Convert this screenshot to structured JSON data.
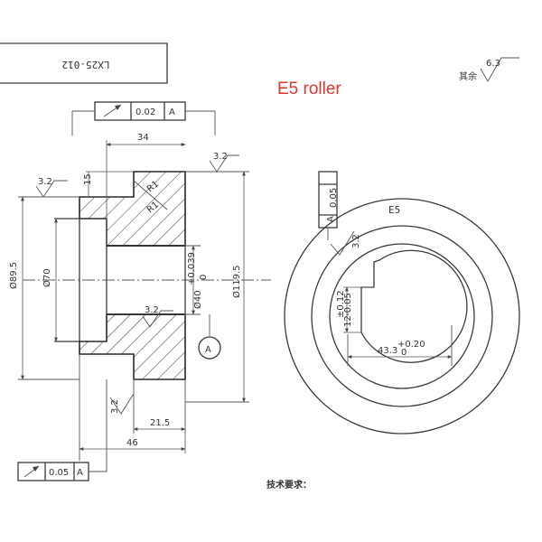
{
  "drawing": {
    "part_number": "LX25-012",
    "title": "E5 roller",
    "roughness_note_label": "其余",
    "roughness_default": "6.3",
    "tech_requirements": "技术要求："
  },
  "side_view": {
    "runout_top": {
      "tolerance": "0.02",
      "datum": "A"
    },
    "runout_bottom": {
      "tolerance": "0.05",
      "datum": "A"
    },
    "dim_34": "34",
    "dim_15": "15",
    "dim_phi895": "Ø89.5",
    "dim_phi70": "Ø70",
    "dim_phi40": "Ø40",
    "dim_phi40_tol": "+0.039",
    "dim_phi40_tol_low": "0",
    "dim_phi1195": "Ø119.5",
    "dim_215": "21.5",
    "dim_46": "46",
    "fillet_1": "R1",
    "fillet_2": "R1",
    "roughness_a": "3.2",
    "roughness_b": "3.2",
    "roughness_c": "3.2",
    "roughness_d": "3.2",
    "datum_label": "A"
  },
  "front_view": {
    "label": "E5",
    "perp_tolerance": "0.05",
    "perp_datum": "A",
    "roughness": "3.2",
    "keyway_width": "12",
    "keyway_tol": "±0.12",
    "keyway_tol_low": "-0.05",
    "dim_433": "43.3",
    "dim_433_tol": "+0.20",
    "dim_433_tol_low": "0"
  }
}
